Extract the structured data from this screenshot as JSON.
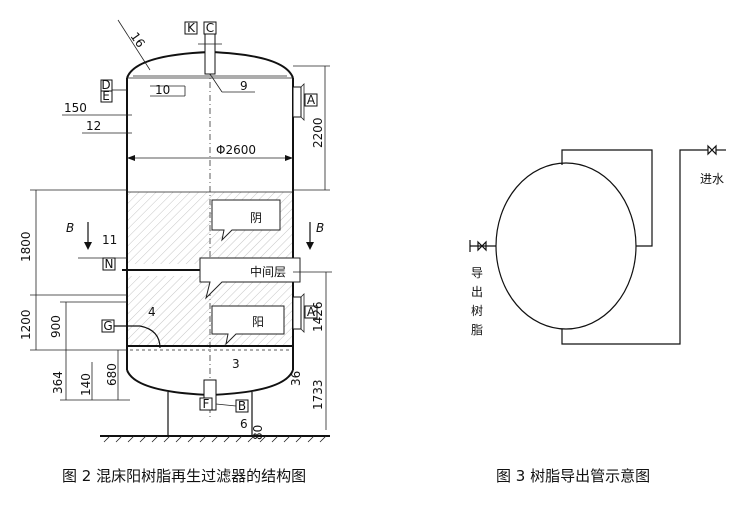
{
  "figure2": {
    "caption": "图 2  混床阳树脂再生过滤器的结构图",
    "callouts": {
      "upper_resin": "阴",
      "middle_layer": "中间层",
      "lower_resin": "阳"
    },
    "section_marker": "B",
    "part_numbers": {
      "n16": "16",
      "n10": "10",
      "n9": "9",
      "n11": "11",
      "n4": "4",
      "n3": "3",
      "n6": "6"
    },
    "nozzle_letters": {
      "k": "K",
      "c_top": "C",
      "d": "D",
      "e": "E",
      "a_upper": "A",
      "n": "N",
      "a_lower": "A",
      "g": "G",
      "f": "F",
      "b": "B"
    },
    "dimensions": {
      "d150": "150",
      "d12": "12",
      "diameter": "Φ2600",
      "d2200": "2200",
      "d1800": "1800",
      "d1200": "1200",
      "d900": "900",
      "d1426": "1426",
      "d364": "364",
      "d140": "140",
      "d680": "680",
      "d36": "36",
      "d1733": "1733",
      "d80": "80"
    }
  },
  "figure3": {
    "caption": "图 3  树脂导出管示意图",
    "inlet_label": "进水",
    "outlet_label": [
      "导",
      "出",
      "树",
      "脂"
    ]
  }
}
